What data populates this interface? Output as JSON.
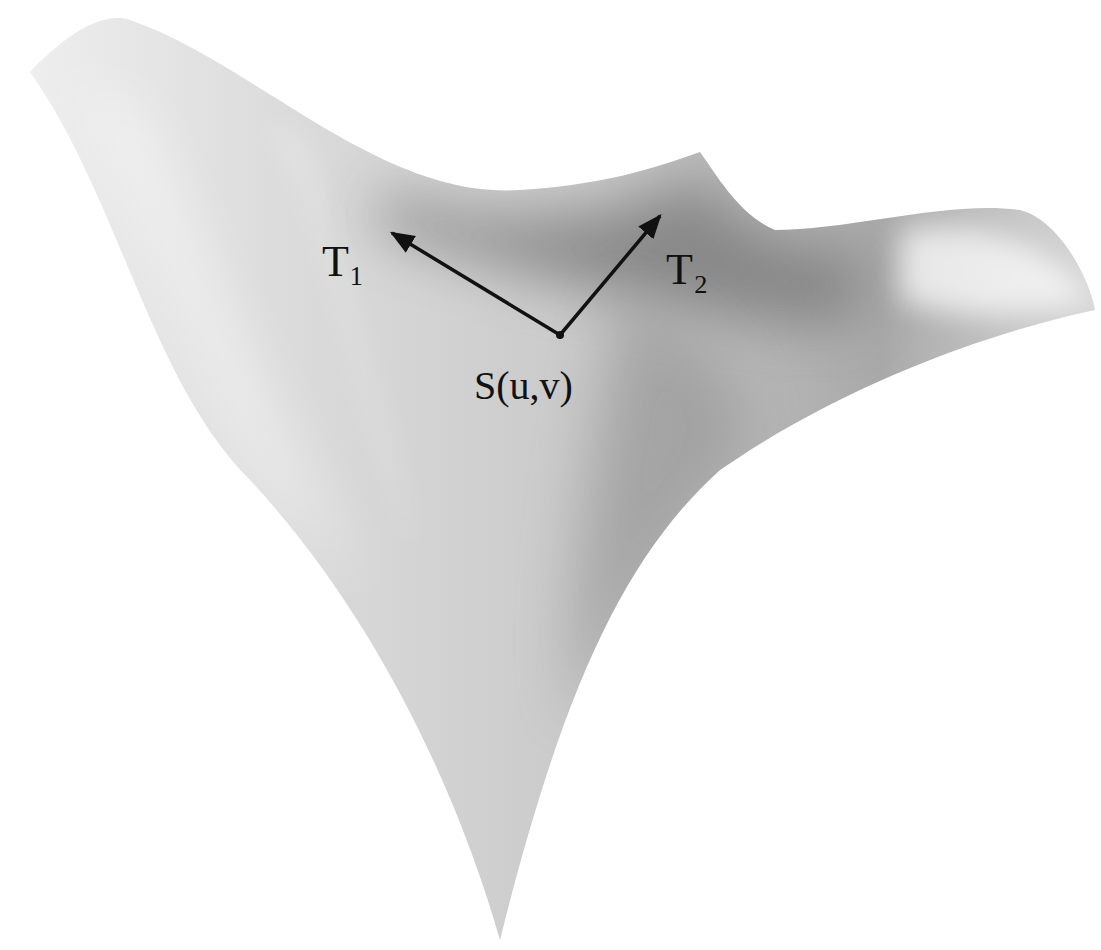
{
  "diagram": {
    "labels": [
      "T₁",
      "T₂",
      "S(u,v)"
    ]
  }
}
